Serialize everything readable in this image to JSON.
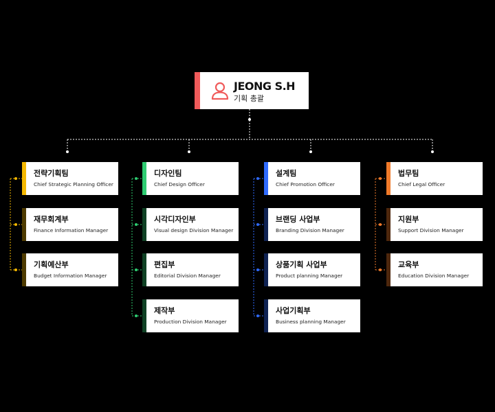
{
  "head": {
    "name": "JEONG S.H",
    "role": "기획 총괄",
    "accent": "#f05a5a"
  },
  "columns": [
    {
      "accent": "#f5b800",
      "cards": [
        {
          "title": "전략기획팀",
          "sub": "Chief Strategic Planning Officer"
        },
        {
          "title": "재무회계부",
          "sub": "Finance Information Manager"
        },
        {
          "title": "기획예산부",
          "sub": "Budget Information Manager"
        }
      ]
    },
    {
      "accent": "#2ecc71",
      "cards": [
        {
          "title": "디자인팀",
          "sub": "Chief Design Officer"
        },
        {
          "title": "시각디자인부",
          "sub": "Visual design Division Manager"
        },
        {
          "title": "편집부",
          "sub": "Editorial Division Manager"
        },
        {
          "title": "제작부",
          "sub": "Production Division Manager"
        }
      ]
    },
    {
      "accent": "#2f6bff",
      "cards": [
        {
          "title": "설계팀",
          "sub": "Chief Promotion Officer"
        },
        {
          "title": "브랜딩 사업부",
          "sub": "Branding Division Manager"
        },
        {
          "title": "상품기획 사업부",
          "sub": "Product planning Manager"
        },
        {
          "title": "사업기획부",
          "sub": "Business planning Manager"
        }
      ]
    },
    {
      "accent": "#f07a2a",
      "cards": [
        {
          "title": "법무팀",
          "sub": "Chief Legal Officer"
        },
        {
          "title": "지원부",
          "sub": "Support Division Manager"
        },
        {
          "title": "교육부",
          "sub": "Education Division Manager"
        }
      ]
    }
  ]
}
